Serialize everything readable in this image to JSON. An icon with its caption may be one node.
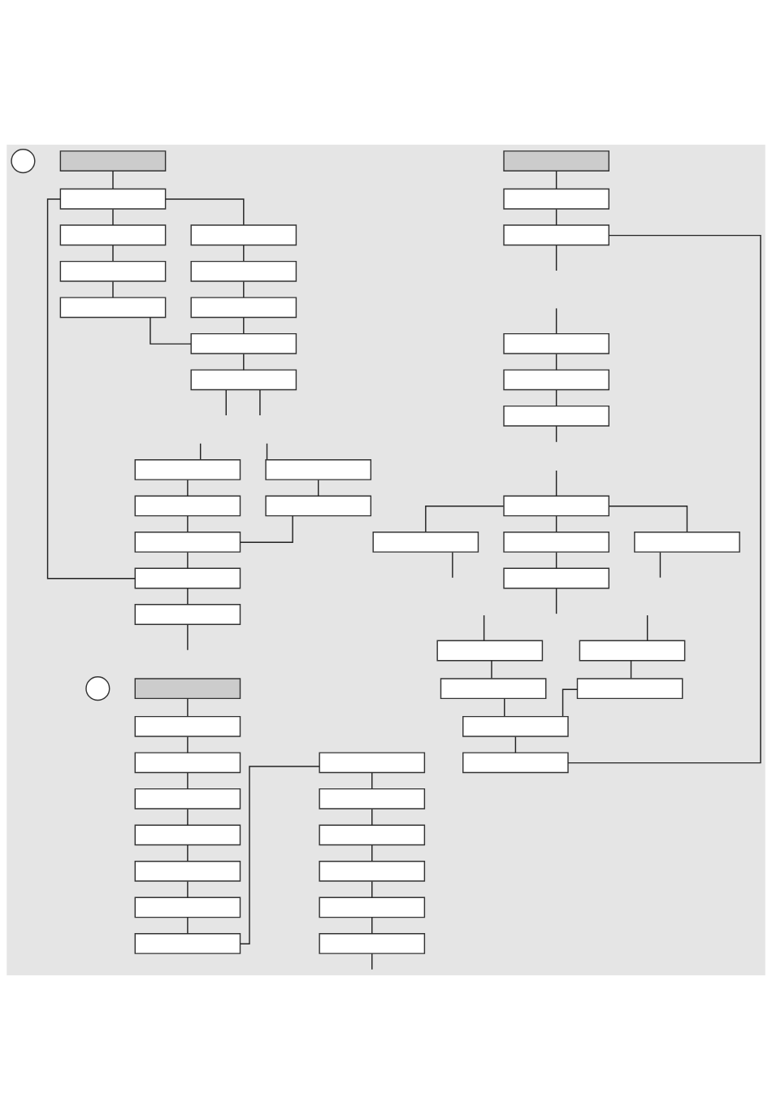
{
  "diagram": {
    "nodes": [
      {
        "text": [],
        "shape": "circle"
      },
      {
        "text": [],
        "shape": "box"
      },
      {
        "text": [],
        "shape": "box"
      },
      {
        "text": [],
        "shape": "box"
      },
      {
        "text": [],
        "shape": "box"
      },
      {
        "text": [],
        "shape": "box"
      },
      {
        "text": [],
        "shape": "box"
      },
      {
        "text": [],
        "shape": "box"
      },
      {
        "text": [],
        "shape": "box"
      },
      {
        "text": [],
        "shape": "box"
      },
      {
        "text": [],
        "shape": "box"
      },
      {
        "text": [],
        "shape": "box"
      },
      {
        "text": [],
        "shape": "box"
      },
      {
        "text": [],
        "shape": "box"
      },
      {
        "text": [],
        "shape": "box"
      },
      {
        "text": [],
        "shape": "box"
      },
      {
        "text": [],
        "shape": "box"
      },
      {
        "text": [],
        "shape": "box"
      },
      {
        "text": [],
        "shape": "box"
      },
      {
        "text": [],
        "shape": "box"
      },
      {
        "text": [],
        "shape": "box"
      },
      {
        "text": [],
        "shape": "box"
      },
      {
        "text": [],
        "shape": "box"
      },
      {
        "text": [],
        "shape": "box"
      },
      {
        "text": [],
        "shape": "box"
      },
      {
        "text": [],
        "shape": "box"
      },
      {
        "text": [],
        "shape": "box"
      },
      {
        "text": [],
        "shape": "box"
      },
      {
        "text": [],
        "shape": "box"
      },
      {
        "text": [],
        "shape": "box"
      },
      {
        "text": [],
        "shape": "box"
      },
      {
        "text": [],
        "shape": "box"
      },
      {
        "text": [],
        "shape": "box"
      },
      {
        "text": [],
        "shape": "box"
      },
      {
        "text": [],
        "shape": "box"
      },
      {
        "text": [],
        "shape": "circle"
      },
      {
        "text": [],
        "shape": "box"
      },
      {
        "text": [],
        "shape": "box"
      },
      {
        "text": [],
        "shape": "box"
      },
      {
        "text": [],
        "shape": "box"
      },
      {
        "text": [],
        "shape": "box"
      },
      {
        "text": [],
        "shape": "box"
      },
      {
        "text": [],
        "shape": "box"
      },
      {
        "text": [],
        "shape": "box"
      },
      {
        "text": [],
        "shape": "box"
      },
      {
        "text": [],
        "shape": "box"
      },
      {
        "text": [],
        "shape": "box"
      },
      {
        "text": [],
        "shape": "box"
      },
      {
        "text": [],
        "shape": "box"
      },
      {
        "text": [],
        "shape": "box"
      }
    ],
    "edges": [
      {
        "from": 1,
        "to": 2,
        "arrow": "none"
      },
      {
        "from": 2,
        "to": 3,
        "arrow": "none"
      },
      {
        "from": 2,
        "to": 4,
        "arrow": "none"
      },
      {
        "from": 2,
        "to": 16,
        "arrow": "none"
      },
      {
        "from": 3,
        "to": 5,
        "arrow": "none"
      },
      {
        "from": 5,
        "to": 7,
        "arrow": "none"
      },
      {
        "from": 4,
        "to": 6,
        "arrow": "none"
      },
      {
        "from": 6,
        "to": 8,
        "arrow": "none"
      },
      {
        "from": 7,
        "to": 9,
        "arrow": "none"
      },
      {
        "from": 8,
        "to": 9,
        "arrow": "none"
      },
      {
        "from": 9,
        "to": 10,
        "arrow": "none"
      },
      {
        "from": 10,
        "to": null,
        "arrow": "none"
      },
      {
        "from": 10,
        "to": null,
        "arrow": "none"
      },
      {
        "from": null,
        "to": 11,
        "arrow": "none"
      },
      {
        "from": null,
        "to": 12,
        "arrow": "none"
      },
      {
        "from": 11,
        "to": 13,
        "arrow": "none"
      },
      {
        "from": 12,
        "to": 14,
        "arrow": "none"
      },
      {
        "from": 13,
        "to": 15,
        "arrow": "none"
      },
      {
        "from": 14,
        "to": 15,
        "arrow": "none"
      },
      {
        "from": 15,
        "to": 16,
        "arrow": "none"
      },
      {
        "from": 16,
        "to": 17,
        "arrow": "none"
      },
      {
        "from": 17,
        "to": null,
        "arrow": "none"
      },
      {
        "from": 18,
        "to": 19,
        "arrow": "none"
      },
      {
        "from": 19,
        "to": 20,
        "arrow": "none"
      },
      {
        "from": 20,
        "to": null,
        "arrow": "none"
      },
      {
        "from": 20,
        "to": 34,
        "arrow": "none"
      },
      {
        "from": null,
        "to": 21,
        "arrow": "none"
      },
      {
        "from": 21,
        "to": 22,
        "arrow": "none"
      },
      {
        "from": 22,
        "to": 23,
        "arrow": "none"
      },
      {
        "from": 23,
        "to": null,
        "arrow": "none"
      },
      {
        "from": null,
        "to": 24,
        "arrow": "none"
      },
      {
        "from": 24,
        "to": 25,
        "arrow": "none"
      },
      {
        "from": 24,
        "to": 26,
        "arrow": "none"
      },
      {
        "from": 24,
        "to": 27,
        "arrow": "none"
      },
      {
        "from": 26,
        "to": 28,
        "arrow": "none"
      },
      {
        "from": 25,
        "to": null,
        "arrow": "none"
      },
      {
        "from": 28,
        "to": null,
        "arrow": "none"
      },
      {
        "from": 27,
        "to": null,
        "arrow": "none"
      },
      {
        "from": null,
        "to": 29,
        "arrow": "none"
      },
      {
        "from": null,
        "to": 30,
        "arrow": "none"
      },
      {
        "from": 29,
        "to": 31,
        "arrow": "none"
      },
      {
        "from": 30,
        "to": 32,
        "arrow": "none"
      },
      {
        "from": 31,
        "to": 33,
        "arrow": "none"
      },
      {
        "from": 32,
        "to": 33,
        "arrow": "none"
      },
      {
        "from": 33,
        "to": 34,
        "arrow": "none"
      },
      {
        "from": 36,
        "to": 37,
        "arrow": "none"
      },
      {
        "from": 37,
        "to": 38,
        "arrow": "none"
      },
      {
        "from": 38,
        "to": 39,
        "arrow": "none"
      },
      {
        "from": 39,
        "to": 40,
        "arrow": "none"
      },
      {
        "from": 40,
        "to": 41,
        "arrow": "none"
      },
      {
        "from": 41,
        "to": 42,
        "arrow": "none"
      },
      {
        "from": 42,
        "to": 43,
        "arrow": "none"
      },
      {
        "from": 43,
        "to": 44,
        "arrow": "none"
      },
      {
        "from": 44,
        "to": 45,
        "arrow": "none"
      },
      {
        "from": 45,
        "to": 46,
        "arrow": "none"
      },
      {
        "from": 46,
        "to": 47,
        "arrow": "none"
      },
      {
        "from": 47,
        "to": 48,
        "arrow": "none"
      },
      {
        "from": 48,
        "to": 49,
        "arrow": "none"
      },
      {
        "from": 49,
        "to": null,
        "arrow": "none"
      }
    ]
  }
}
